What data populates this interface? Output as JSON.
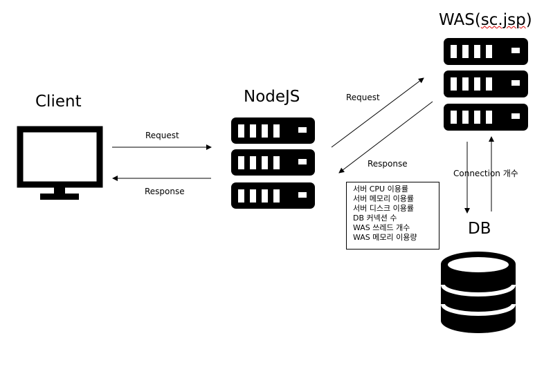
{
  "client": {
    "title": "Client"
  },
  "nodejs": {
    "title": "NodeJS"
  },
  "was": {
    "title_prefix": "WAS(",
    "title_name": "sc.jsp",
    "title_suffix": ")"
  },
  "db": {
    "title": "DB"
  },
  "arrows": {
    "client_request": "Request",
    "client_response": "Response",
    "was_request": "Request",
    "was_response": "Response",
    "connection": "Connection 개수"
  },
  "stats_box": {
    "items": [
      "서버 CPU 이용률",
      "서버 메모리 이용률",
      "서버 디스크 이용률",
      "DB 커넥션 수",
      "WAS 쓰레드 개수",
      "WAS 메모리 이용량"
    ]
  }
}
